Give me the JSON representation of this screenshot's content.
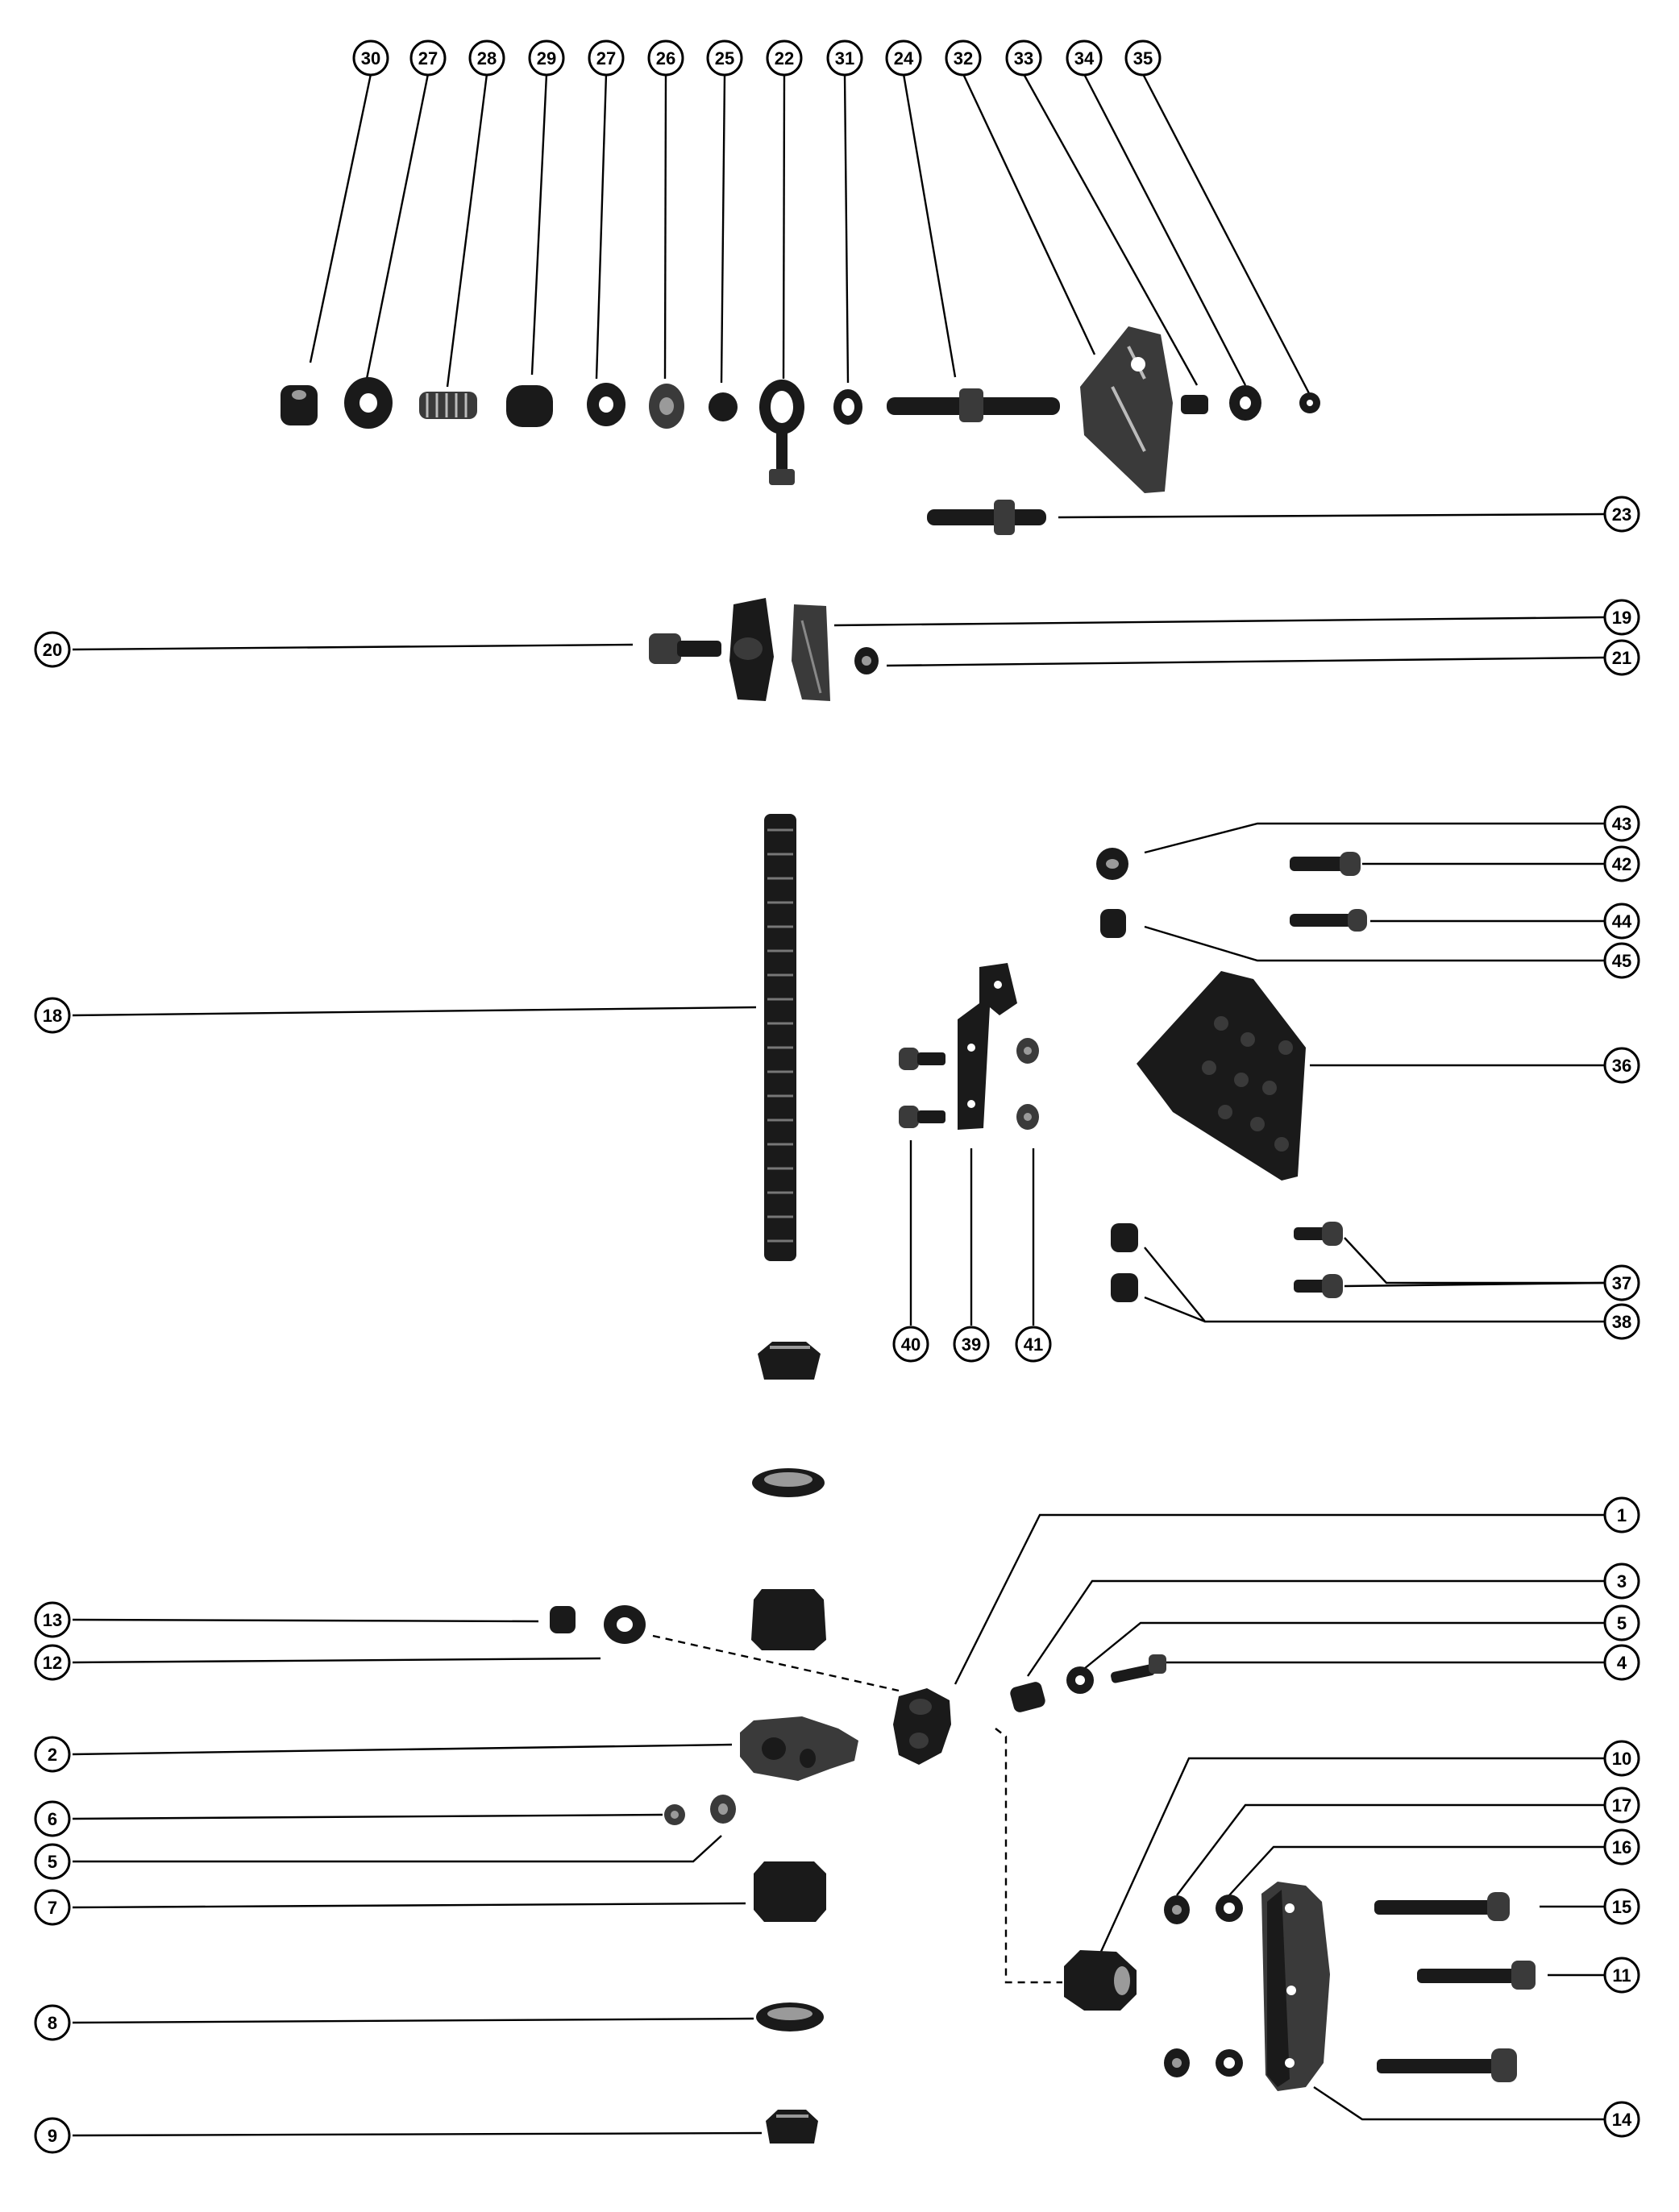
{
  "callouts": [
    {
      "id": "c30",
      "label": "30"
    },
    {
      "id": "c27a",
      "label": "27"
    },
    {
      "id": "c28",
      "label": "28"
    },
    {
      "id": "c29",
      "label": "29"
    },
    {
      "id": "c27b",
      "label": "27"
    },
    {
      "id": "c26",
      "label": "26"
    },
    {
      "id": "c25",
      "label": "25"
    },
    {
      "id": "c22",
      "label": "22"
    },
    {
      "id": "c31",
      "label": "31"
    },
    {
      "id": "c24",
      "label": "24"
    },
    {
      "id": "c32",
      "label": "32"
    },
    {
      "id": "c33",
      "label": "33"
    },
    {
      "id": "c34",
      "label": "34"
    },
    {
      "id": "c35",
      "label": "35"
    },
    {
      "id": "c23",
      "label": "23"
    },
    {
      "id": "c20",
      "label": "20"
    },
    {
      "id": "c19",
      "label": "19"
    },
    {
      "id": "c21",
      "label": "21"
    },
    {
      "id": "c43",
      "label": "43"
    },
    {
      "id": "c42",
      "label": "42"
    },
    {
      "id": "c44",
      "label": "44"
    },
    {
      "id": "c45",
      "label": "45"
    },
    {
      "id": "c18",
      "label": "18"
    },
    {
      "id": "c36",
      "label": "36"
    },
    {
      "id": "c37",
      "label": "37"
    },
    {
      "id": "c38",
      "label": "38"
    },
    {
      "id": "c40",
      "label": "40"
    },
    {
      "id": "c39",
      "label": "39"
    },
    {
      "id": "c41",
      "label": "41"
    },
    {
      "id": "c1",
      "label": "1"
    },
    {
      "id": "c3",
      "label": "3"
    },
    {
      "id": "c5a",
      "label": "5"
    },
    {
      "id": "c4",
      "label": "4"
    },
    {
      "id": "c13",
      "label": "13"
    },
    {
      "id": "c12",
      "label": "12"
    },
    {
      "id": "c2",
      "label": "2"
    },
    {
      "id": "c10",
      "label": "10"
    },
    {
      "id": "c6",
      "label": "6"
    },
    {
      "id": "c5b",
      "label": "5"
    },
    {
      "id": "c17",
      "label": "17"
    },
    {
      "id": "c16",
      "label": "16"
    },
    {
      "id": "c7",
      "label": "7"
    },
    {
      "id": "c15",
      "label": "15"
    },
    {
      "id": "c11",
      "label": "11"
    },
    {
      "id": "c8",
      "label": "8"
    },
    {
      "id": "c14",
      "label": "14"
    },
    {
      "id": "c9",
      "label": "9"
    }
  ]
}
